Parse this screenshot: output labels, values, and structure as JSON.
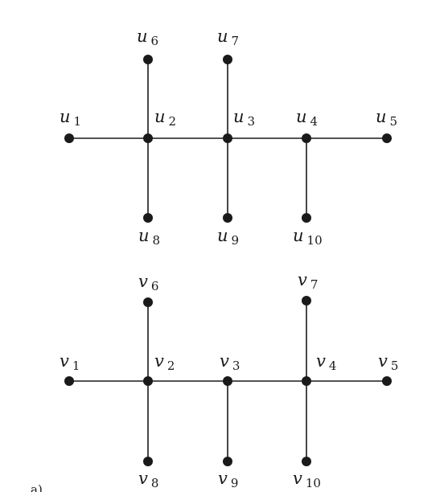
{
  "graphs": [
    {
      "id": "u",
      "vertices": [
        {
          "id": "u1",
          "letter": "u",
          "index": "1"
        },
        {
          "id": "u2",
          "letter": "u",
          "index": "2"
        },
        {
          "id": "u3",
          "letter": "u",
          "index": "3"
        },
        {
          "id": "u4",
          "letter": "u",
          "index": "4"
        },
        {
          "id": "u5",
          "letter": "u",
          "index": "5"
        },
        {
          "id": "u6",
          "letter": "u",
          "index": "6"
        },
        {
          "id": "u7",
          "letter": "u",
          "index": "7"
        },
        {
          "id": "u8",
          "letter": "u",
          "index": "8"
        },
        {
          "id": "u9",
          "letter": "u",
          "index": "9"
        },
        {
          "id": "u10",
          "letter": "u",
          "index": "10"
        }
      ],
      "edges": [
        [
          "u1",
          "u2"
        ],
        [
          "u2",
          "u3"
        ],
        [
          "u3",
          "u4"
        ],
        [
          "u4",
          "u5"
        ],
        [
          "u2",
          "u6"
        ],
        [
          "u2",
          "u8"
        ],
        [
          "u3",
          "u7"
        ],
        [
          "u3",
          "u9"
        ],
        [
          "u4",
          "u10"
        ]
      ]
    },
    {
      "id": "v",
      "vertices": [
        {
          "id": "v1",
          "letter": "v",
          "index": "1"
        },
        {
          "id": "v2",
          "letter": "v",
          "index": "2"
        },
        {
          "id": "v3",
          "letter": "v",
          "index": "3"
        },
        {
          "id": "v4",
          "letter": "v",
          "index": "4"
        },
        {
          "id": "v5",
          "letter": "v",
          "index": "5"
        },
        {
          "id": "v6",
          "letter": "v",
          "index": "6"
        },
        {
          "id": "v7",
          "letter": "v",
          "index": "7"
        },
        {
          "id": "v8",
          "letter": "v",
          "index": "8"
        },
        {
          "id": "v9",
          "letter": "v",
          "index": "9"
        },
        {
          "id": "v10",
          "letter": "v",
          "index": "10"
        }
      ],
      "edges": [
        [
          "v1",
          "v2"
        ],
        [
          "v2",
          "v3"
        ],
        [
          "v3",
          "v4"
        ],
        [
          "v4",
          "v5"
        ],
        [
          "v2",
          "v6"
        ],
        [
          "v2",
          "v8"
        ],
        [
          "v3",
          "v9"
        ],
        [
          "v4",
          "v7"
        ],
        [
          "v4",
          "v10"
        ]
      ]
    }
  ],
  "caption": "a)",
  "colors": {
    "ink": "#1a1a1a",
    "background": "#ffffff"
  }
}
